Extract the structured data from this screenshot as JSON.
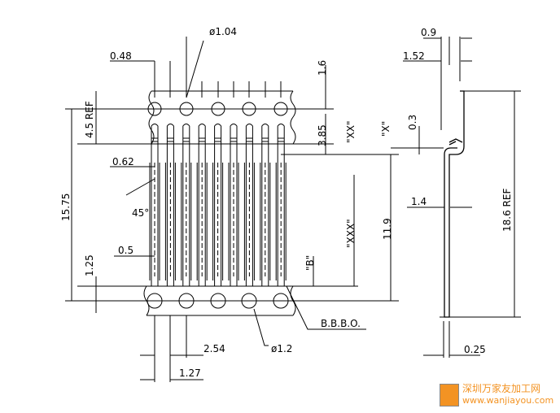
{
  "dimensions": {
    "d_0_48": "0.48",
    "d_hole_top": "ø1.04",
    "d_1_6": "1.6",
    "d_4_5_ref": "4.5  REF",
    "d_3_85": "3.85",
    "d_xx": "\"XX\"",
    "d_0_62": "0.62",
    "d_15_75": "15.75",
    "d_45": "45°",
    "d_xxx": "\"XXX\"",
    "d_11_9": "11.9",
    "d_0_5": "0.5",
    "d_1_25": "1.25",
    "d_b": "\"B\"",
    "d_bbbo": "B.B.B.O.",
    "d_2_54": "2.54",
    "d_hole_bottom": "ø1.2",
    "d_1_27": "1.27",
    "d_0_9": "0.9",
    "d_1_52": "1.52",
    "d_x": "\"X\"",
    "d_0_3": "0.3",
    "d_1_4": "1.4",
    "d_18_6_ref": "18.6  REF",
    "d_0_25": "0.25"
  },
  "watermark": {
    "name_cn": "深圳万家友加工网",
    "url": "www.wanjiayou.com"
  }
}
